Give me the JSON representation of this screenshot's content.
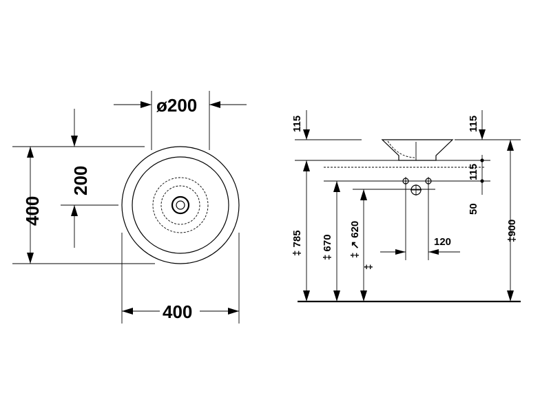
{
  "plan_view": {
    "diameter_label": "ø200",
    "height_label": "200",
    "total_height_label": "400",
    "width_label": "400"
  },
  "side_view": {
    "left_top_115": "115",
    "right_top_115": "115",
    "right_mid_115": "115",
    "right_50": "50",
    "dim_785": "‡ 785",
    "dim_670": "‡ 670",
    "dim_620": "‡ ↗ 620",
    "dim_620_extra": "‡",
    "dim_120": "120",
    "dim_900": "‡900"
  }
}
